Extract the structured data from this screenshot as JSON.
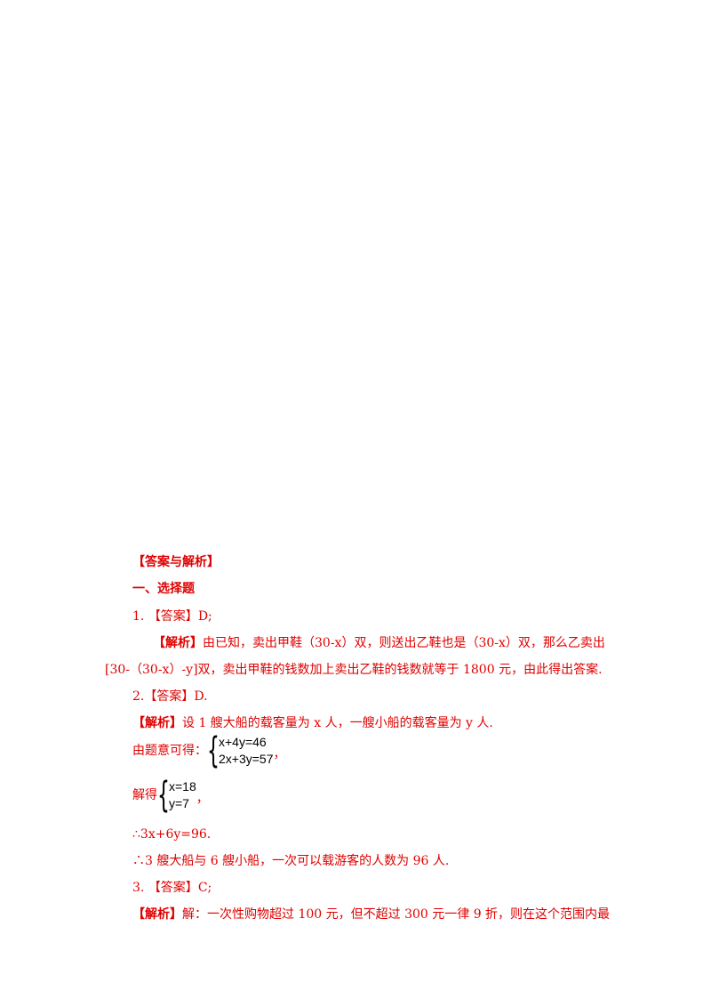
{
  "section_title": "【答案与解析】",
  "part_title": "一、选择题",
  "q1": {
    "num": "1.",
    "answer_tag": "【答案】",
    "answer_val": "D;",
    "analysis_tag": "【解析】",
    "analysis_l1": "由已知，卖出甲鞋（30-x）双，则送出乙鞋也是（30-x）双，那么乙卖出",
    "analysis_l2": "[30-（30-x）-y]双，卖出甲鞋的钱数加上卖出乙鞋的钱数就等于 1800 元，由此得出答案."
  },
  "q2": {
    "num": "2.",
    "answer_tag": "【答案】",
    "answer_val": "D.",
    "analysis_tag": "【解析】",
    "analysis_text": "设 1 艘大船的载客量为 x 人，一艘小船的载客量为 y 人.",
    "step1_prefix": "由题意可得：",
    "eq1a": "x+4y=46",
    "eq1b": "2x+3y=57",
    "step1_suffix": "，",
    "step2_prefix": "解得",
    "eq2a": "x=18",
    "eq2b": "y=7",
    "step2_suffix": "，",
    "step3": "∴3x+6y=96.",
    "step4": "∴3 艘大船与 6 艘小船，一次可以载游客的人数为 96 人."
  },
  "q3": {
    "num": "3.",
    "answer_tag": "【答案】",
    "answer_val": "C;",
    "analysis_tag": "【解析】",
    "analysis_text": "解：一次性购物超过 100 元，但不超过 300 元一律 9 折，则在这个范围内最"
  }
}
